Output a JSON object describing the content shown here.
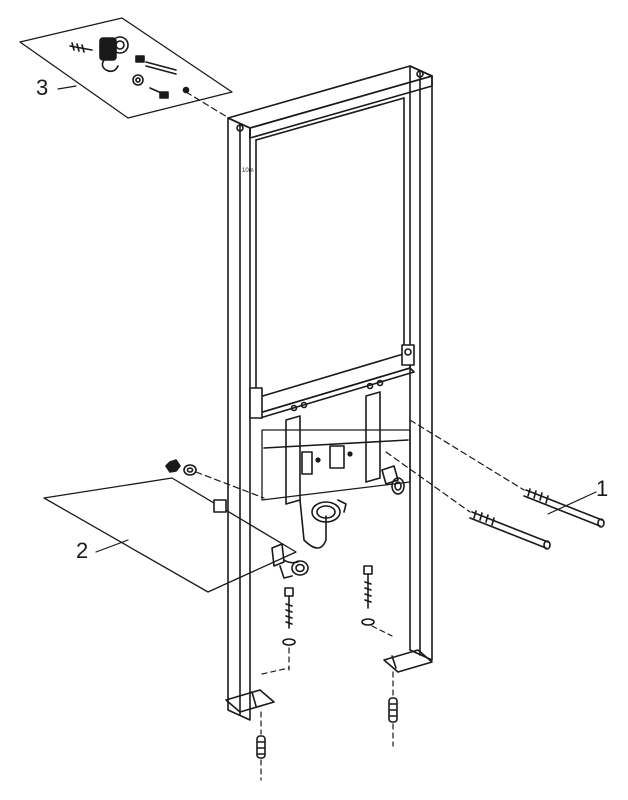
{
  "callouts": {
    "one": "1",
    "two": "2",
    "three": "3"
  },
  "colors": {
    "line": "#1a1a1a",
    "paper": "#ffffff"
  }
}
